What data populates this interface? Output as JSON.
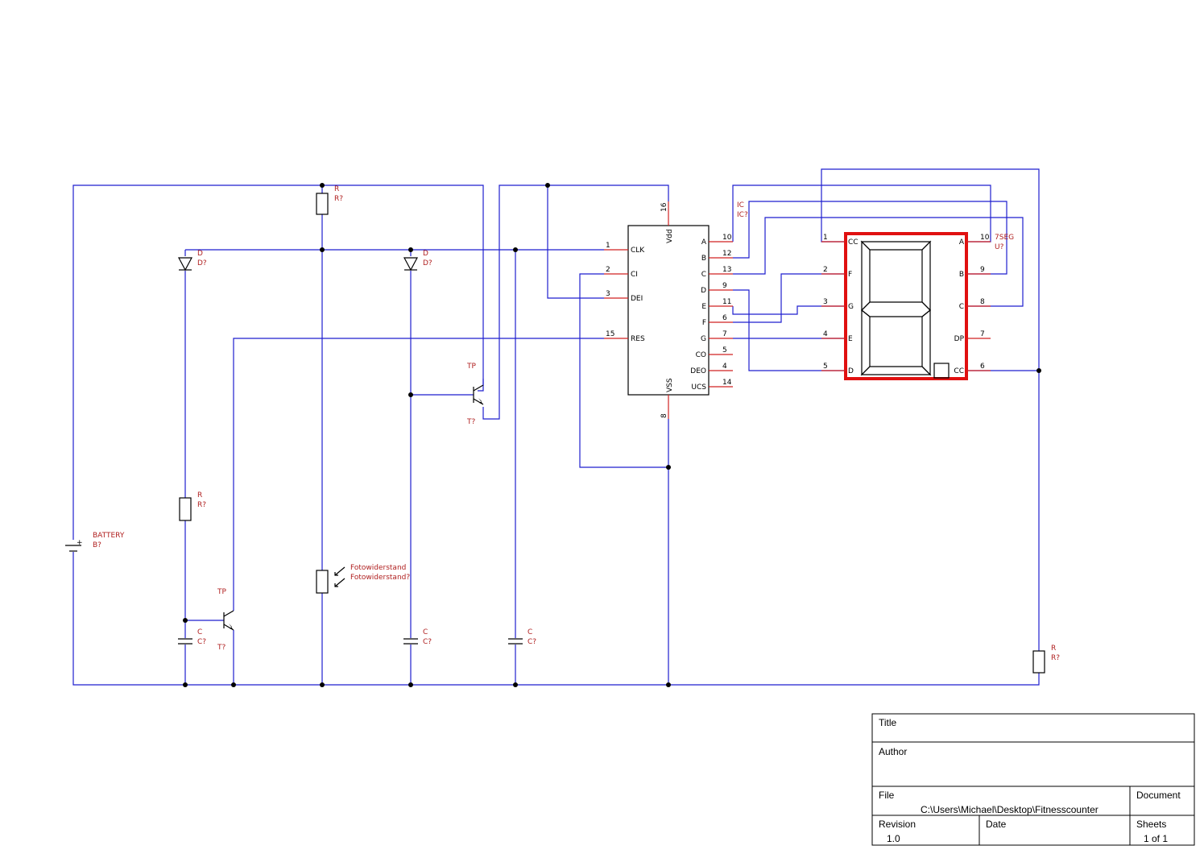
{
  "components": {
    "battery": {
      "type": "BATTERY",
      "ref": "B?"
    },
    "r_top": {
      "type": "R",
      "ref": "R?"
    },
    "r_left": {
      "type": "R",
      "ref": "R?"
    },
    "r_right": {
      "type": "R",
      "ref": "R?"
    },
    "d_left": {
      "type": "D",
      "ref": "D?"
    },
    "d_mid": {
      "type": "D",
      "ref": "D?"
    },
    "c_left": {
      "type": "C",
      "ref": "C?"
    },
    "c_mid": {
      "type": "C",
      "ref": "C?"
    },
    "c_right": {
      "type": "C",
      "ref": "C?"
    },
    "tp_low": {
      "type": "TP",
      "ref": "T?"
    },
    "tp_mid": {
      "type": "TP",
      "ref": "T?"
    },
    "photo": {
      "type": "Fotowiderstand",
      "ref": "Fotowiderstand?"
    },
    "ic": {
      "type": "IC",
      "ref": "IC?",
      "left_pins": [
        {
          "num": "1",
          "name": "CLK"
        },
        {
          "num": "2",
          "name": "CI"
        },
        {
          "num": "3",
          "name": "DEI"
        },
        {
          "num": "15",
          "name": "RES"
        }
      ],
      "right_pins": [
        {
          "num": "10",
          "name": "A"
        },
        {
          "num": "12",
          "name": "B"
        },
        {
          "num": "13",
          "name": "C"
        },
        {
          "num": "9",
          "name": "D"
        },
        {
          "num": "11",
          "name": "E"
        },
        {
          "num": "6",
          "name": "F"
        },
        {
          "num": "7",
          "name": "G"
        },
        {
          "num": "5",
          "name": "CO"
        },
        {
          "num": "4",
          "name": "DEO"
        },
        {
          "num": "14",
          "name": "UCS"
        }
      ],
      "top_pin": {
        "num": "16",
        "name": "Vdd"
      },
      "bottom_pin": {
        "num": "8",
        "name": "VSS"
      }
    },
    "seg": {
      "type": "7SEG",
      "ref": "U?",
      "left_pins": [
        {
          "num": "1",
          "name": "CC"
        },
        {
          "num": "2",
          "name": "F"
        },
        {
          "num": "3",
          "name": "G"
        },
        {
          "num": "4",
          "name": "E"
        },
        {
          "num": "5",
          "name": "D"
        }
      ],
      "right_pins": [
        {
          "num": "10",
          "name": "A"
        },
        {
          "num": "9",
          "name": "B"
        },
        {
          "num": "8",
          "name": "C"
        },
        {
          "num": "7",
          "name": "DP"
        },
        {
          "num": "6",
          "name": "CC"
        }
      ]
    }
  },
  "battery_plus": "+",
  "title_block": {
    "title_label": "Title",
    "author_label": "Author",
    "file_label": "File",
    "file_value": "C:\\Users\\Michael\\Desktop\\Fitnesscounter",
    "document_label": "Document",
    "revision_label": "Revision",
    "revision_value": "1.0",
    "date_label": "Date",
    "sheets_label": "Sheets",
    "sheets_value": "1 of 1"
  },
  "colors": {
    "wire": "#1f1fcf",
    "label": "#b02020",
    "highlight": "#e01010"
  }
}
